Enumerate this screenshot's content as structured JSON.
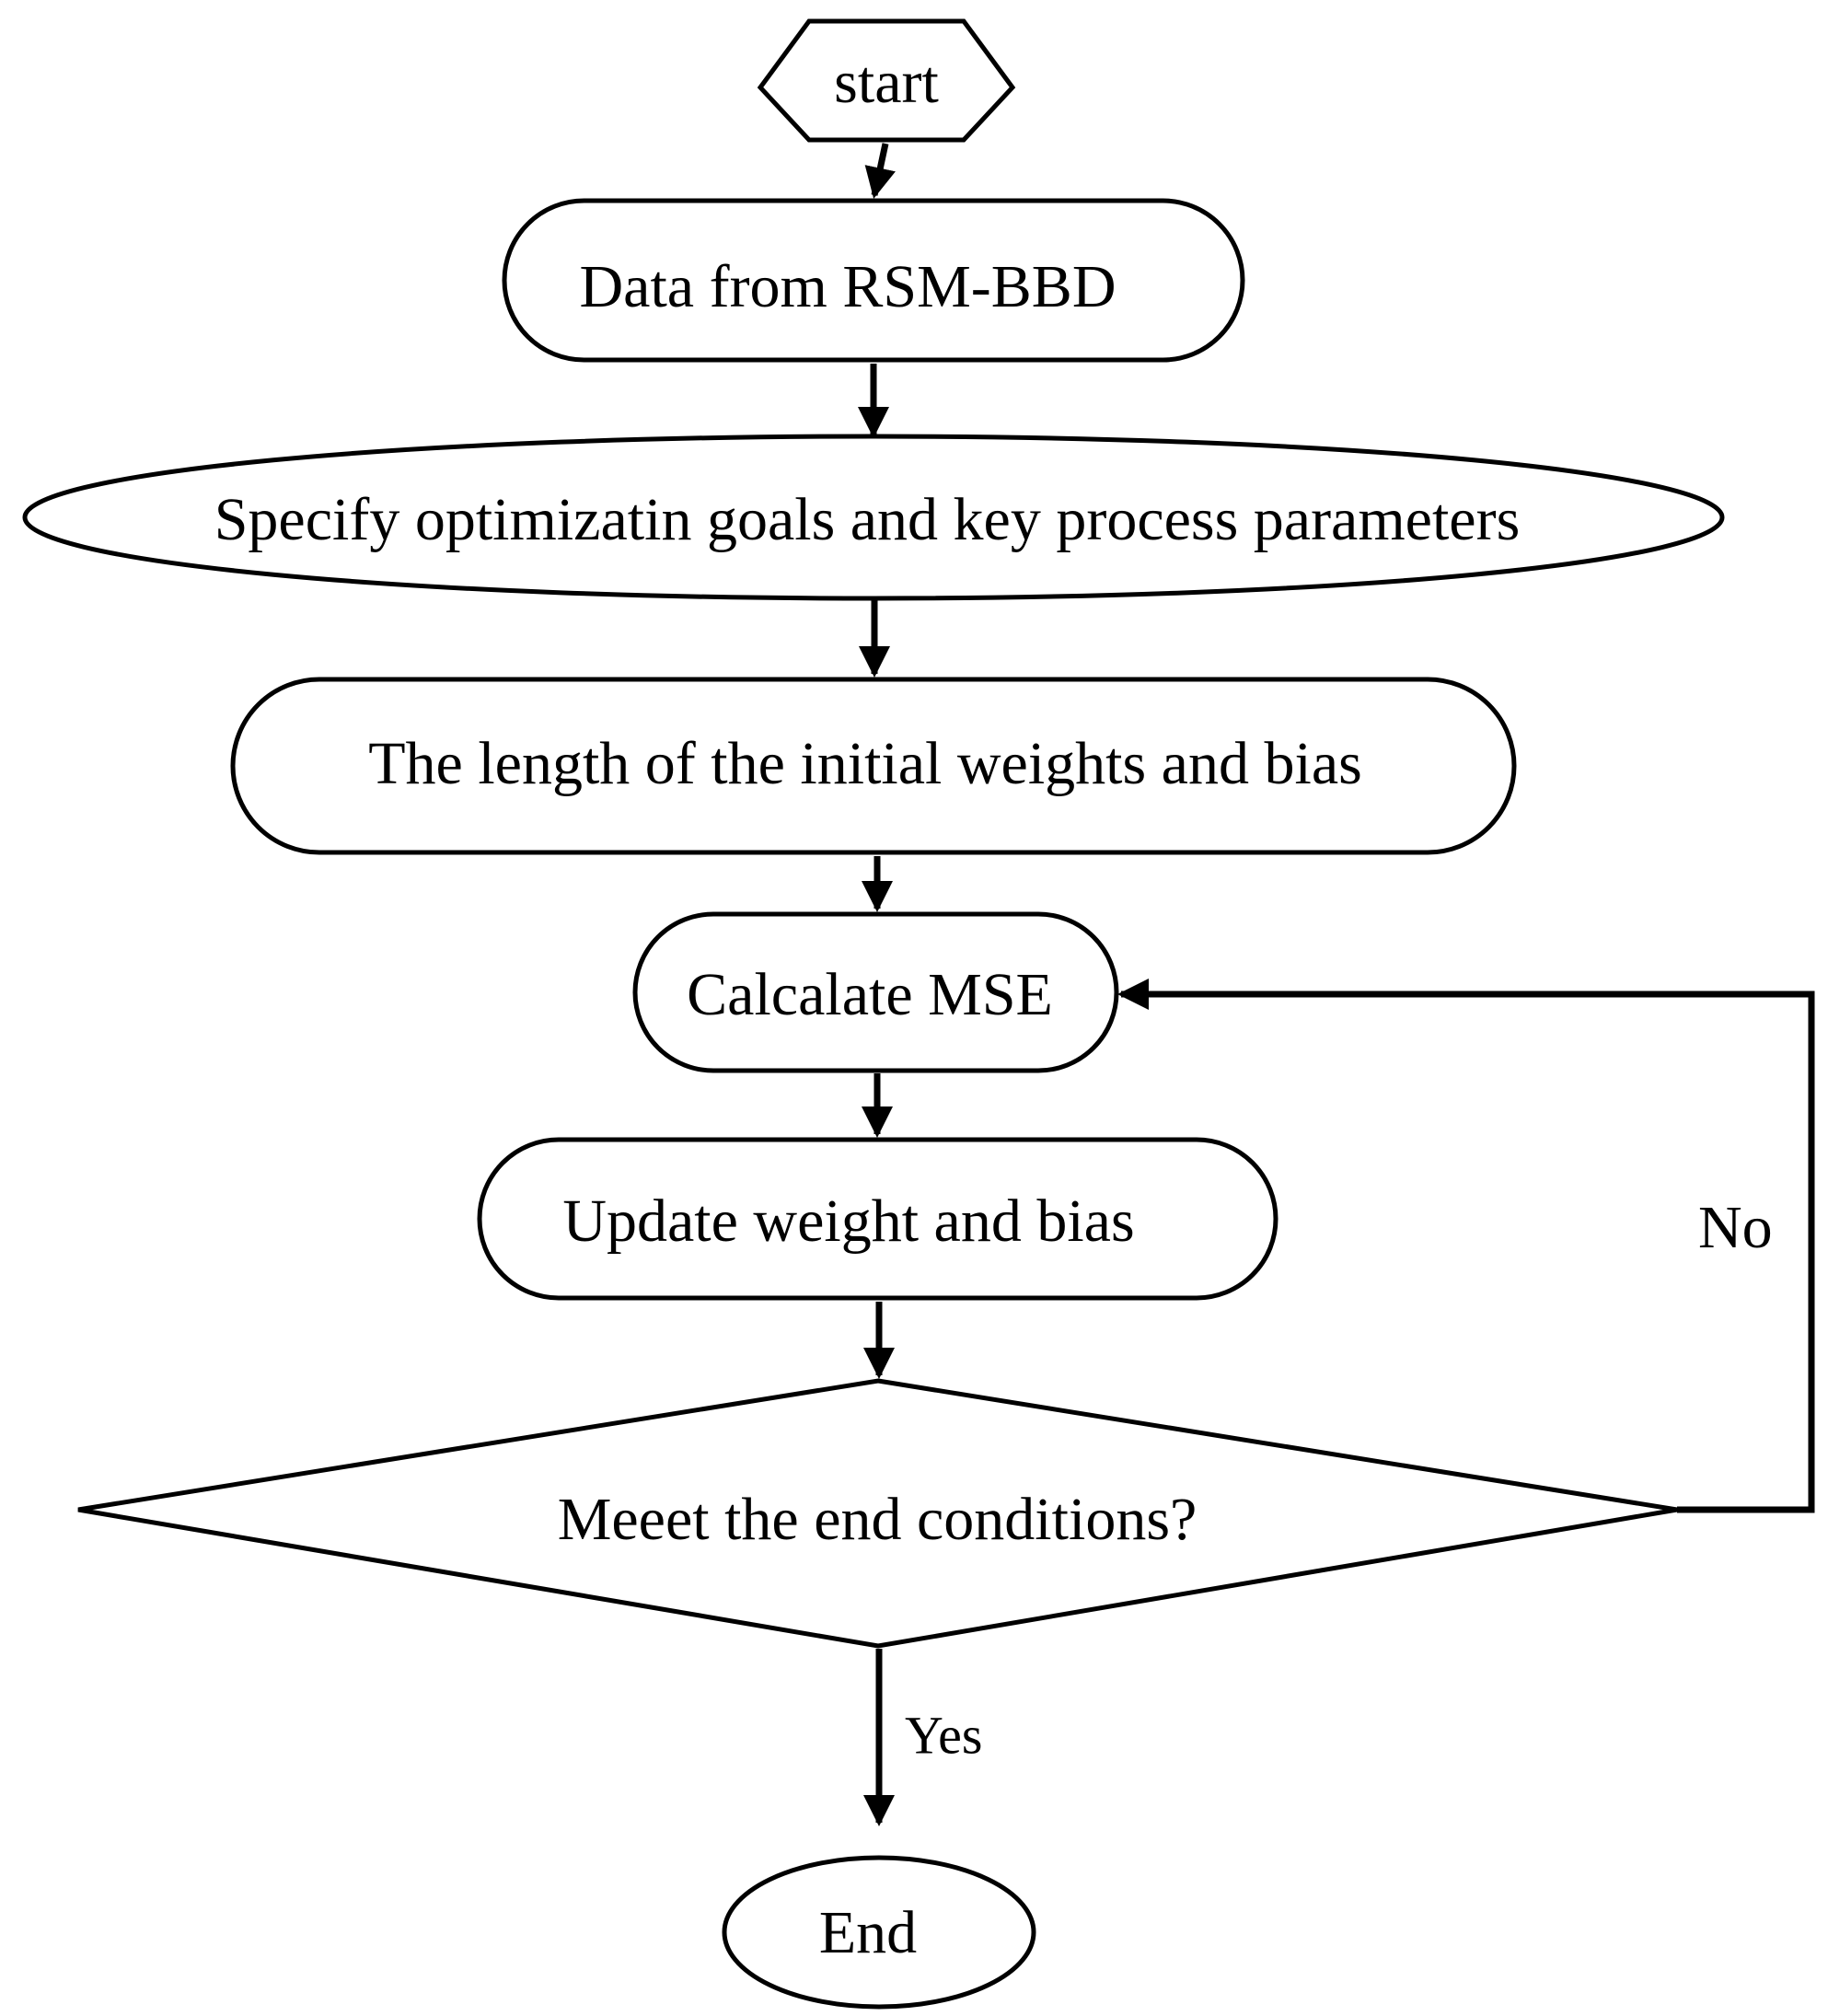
{
  "nodes": {
    "start": "start",
    "data_from_rsm_bbd": "Data from RSM-BBD",
    "specify_goals": "Specify optimizatin goals and key process parameters",
    "initial_weights": "The length of the initial weights and bias",
    "calculate_mse": "Calcalate MSE",
    "update_weight": "Update weight and bias",
    "end_conditions": "Meeet the end conditions?",
    "end": "End"
  },
  "edge_labels": {
    "no": "No",
    "yes": "Yes"
  },
  "colors": {
    "stroke": "#000000",
    "fill": "#ffffff",
    "text": "#000000"
  }
}
